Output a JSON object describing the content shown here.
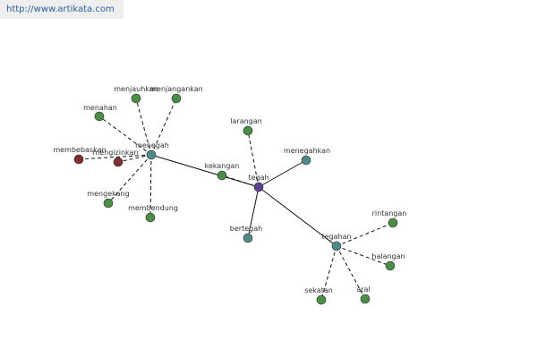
{
  "header": {
    "url": "http://www.artikata.com"
  },
  "graph": {
    "node_colors": {
      "hub": "#5b3f91",
      "sub": "#4f8a8b",
      "leaf": "#4b8c47",
      "alt": "#7e2f2f"
    },
    "edge_color": "#111111",
    "nodes": [
      {
        "id": "tegah",
        "label": "tegah",
        "kind": "hub"
      },
      {
        "id": "menegah",
        "label": "menegah",
        "kind": "sub"
      },
      {
        "id": "tegahan",
        "label": "tegahan",
        "kind": "sub"
      },
      {
        "id": "menegahkan",
        "label": "menegahkan",
        "kind": "sub"
      },
      {
        "id": "kekangan",
        "label": "kekangan",
        "kind": "leaf"
      },
      {
        "id": "larangan",
        "label": "larangan",
        "kind": "leaf"
      },
      {
        "id": "bertegah",
        "label": "bertegah",
        "kind": "sub"
      },
      {
        "id": "menjauhkan",
        "label": "menjauhkan",
        "kind": "leaf"
      },
      {
        "id": "menjangankan",
        "label": "menjangankan",
        "kind": "leaf"
      },
      {
        "id": "menahan",
        "label": "menahan",
        "kind": "leaf"
      },
      {
        "id": "membebaskan",
        "label": "membebaskan",
        "kind": "alt"
      },
      {
        "id": "mengizinkan",
        "label": "mengizinkan",
        "kind": "alt"
      },
      {
        "id": "mengekang",
        "label": "mengekang",
        "kind": "leaf"
      },
      {
        "id": "membendung",
        "label": "membendung",
        "kind": "leaf"
      },
      {
        "id": "rintangan",
        "label": "rintangan",
        "kind": "leaf"
      },
      {
        "id": "halangan",
        "label": "halangan",
        "kind": "leaf"
      },
      {
        "id": "sekatan",
        "label": "sekatan",
        "kind": "leaf"
      },
      {
        "id": "aral",
        "label": "aral",
        "kind": "leaf"
      }
    ],
    "edges": [
      {
        "from": "tegah",
        "to": "menegah",
        "style": "solid"
      },
      {
        "from": "tegah",
        "to": "tegahan",
        "style": "solid"
      },
      {
        "from": "tegah",
        "to": "menegahkan",
        "style": "solid"
      },
      {
        "from": "tegah",
        "to": "bertegah",
        "style": "solid"
      },
      {
        "from": "tegah",
        "to": "kekangan",
        "style": "dashed"
      },
      {
        "from": "tegah",
        "to": "larangan",
        "style": "dashed"
      },
      {
        "from": "menegah",
        "to": "menjauhkan",
        "style": "dashed"
      },
      {
        "from": "menegah",
        "to": "menjangankan",
        "style": "dashed"
      },
      {
        "from": "menegah",
        "to": "menahan",
        "style": "dashed"
      },
      {
        "from": "menegah",
        "to": "membebaskan",
        "style": "dashed"
      },
      {
        "from": "menegah",
        "to": "mengizinkan",
        "style": "dashed"
      },
      {
        "from": "menegah",
        "to": "mengekang",
        "style": "dashed"
      },
      {
        "from": "menegah",
        "to": "membendung",
        "style": "dashed"
      },
      {
        "from": "tegahan",
        "to": "rintangan",
        "style": "dashed"
      },
      {
        "from": "tegahan",
        "to": "halangan",
        "style": "dashed"
      },
      {
        "from": "tegahan",
        "to": "sekatan",
        "style": "dashed"
      },
      {
        "from": "tegahan",
        "to": "aral",
        "style": "dashed"
      }
    ]
  }
}
